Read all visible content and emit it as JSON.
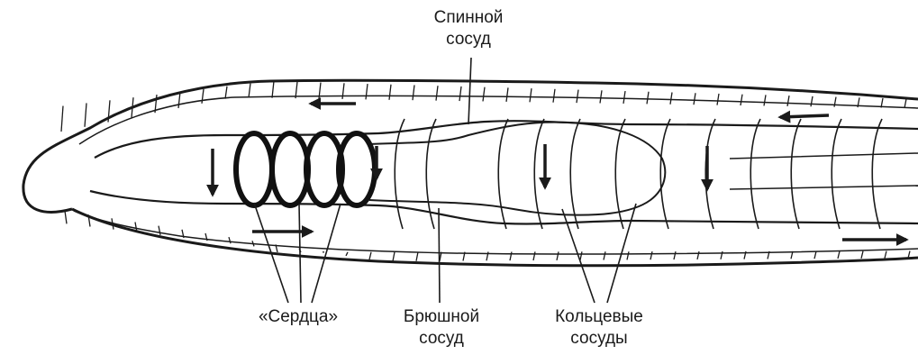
{
  "labels": {
    "dorsal_vessel": [
      "Спинной",
      "сосуд"
    ],
    "hearts": [
      "«Сердца»"
    ],
    "ventral_vessel": [
      "Брюшной",
      "сосуд"
    ],
    "ring_vessels": [
      "Кольцевые",
      "сосуды"
    ]
  },
  "colors": {
    "ink": "#1a1a1a",
    "background": "#ffffff"
  }
}
